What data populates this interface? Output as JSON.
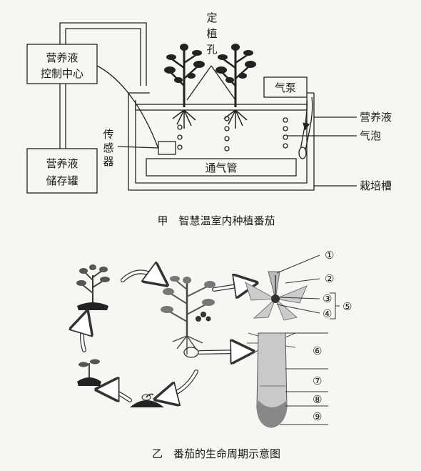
{
  "figure_a": {
    "caption": "甲　智慧温室内种植番茄",
    "control_center": [
      "营养液",
      "控制中心"
    ],
    "storage_tank": [
      "营养液",
      "储存罐"
    ],
    "sensor": [
      "传",
      "感",
      "器"
    ],
    "planting_hole": [
      "定",
      "植",
      "孔"
    ],
    "air_pump": "气泵",
    "aeration_tube": "通气管",
    "nutrient_solution": "营养液",
    "bubbles": "气泡",
    "cultivation_tank": "栽培槽"
  },
  "figure_b": {
    "caption": "乙　番茄的生命周期示意图",
    "markers": [
      "①",
      "②",
      "③",
      "④",
      "⑤",
      "⑥",
      "⑦",
      "⑧",
      "⑨"
    ]
  }
}
